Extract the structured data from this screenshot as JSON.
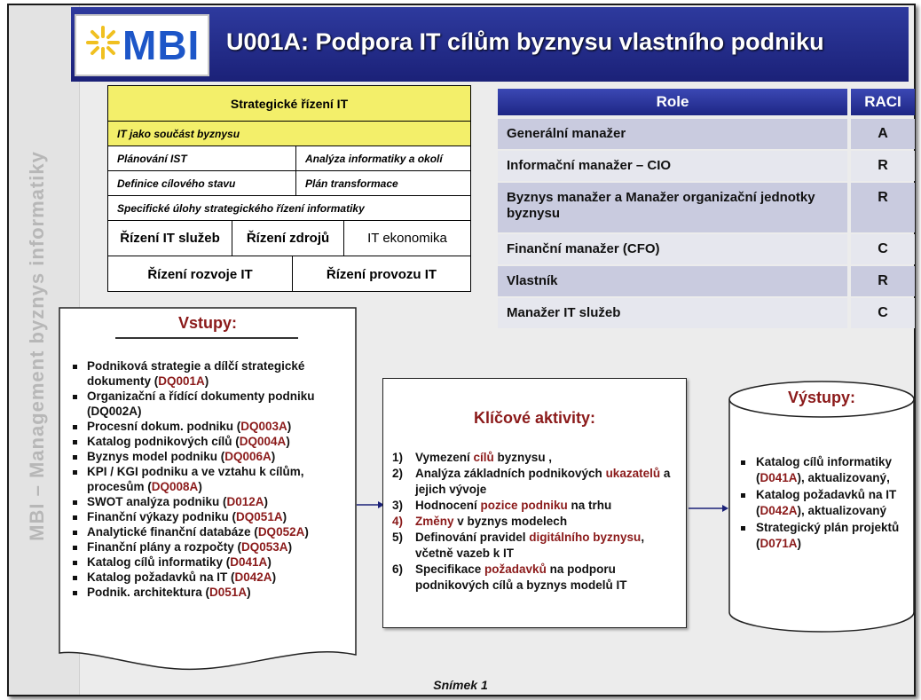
{
  "side_label": "MBI – Management byznys informatiky",
  "logo": {
    "text": "MBI"
  },
  "title": "U001A: Podpora IT cílům byznysu vlastního podniku",
  "strategic_table": {
    "header": "Strategické řízení IT",
    "row1": "IT jako součást byznysu",
    "row2_left": "Plánování IST",
    "row2_right": "Analýza informatiky a okolí",
    "row3_left": "Definice cílového stavu",
    "row3_right": "Plán transformace",
    "row4": "Specifické úlohy strategického řízení informatiky",
    "row5": [
      "Řízení IT služeb",
      "Řízení  zdrojů",
      "IT ekonomika"
    ],
    "row6": [
      "Řízení rozvoje IT",
      "Řízení provozu IT"
    ]
  },
  "raci": {
    "header_role": "Role",
    "header_raci": "RACI",
    "rows": [
      {
        "role": "Generální manažer",
        "value": "A"
      },
      {
        "role": "Informační manažer – CIO",
        "value": "R"
      },
      {
        "role": "Byznys manažer a Manažer organizační jednotky byznysu",
        "value": "R"
      },
      {
        "role": "Finanční manažer (CFO)",
        "value": "C"
      },
      {
        "role": "Vlastník",
        "value": "R"
      },
      {
        "role": "Manažer IT služeb",
        "value": "C"
      }
    ]
  },
  "inputs": {
    "title": "Vstupy:",
    "items": [
      {
        "text": "Podniková strategie a dílčí strategické dokumenty (",
        "code": "DQ001A",
        "end": ")"
      },
      {
        "text": "Organizační a řídící dokumenty podniku (DQ002A)",
        "code": "",
        "end": ""
      },
      {
        "text": "Procesní dokum. podniku (",
        "code": "DQ003A",
        "end": ")"
      },
      {
        "text": "Katalog podnikových cílů (",
        "code": "DQ004A",
        "end": ")"
      },
      {
        "text": "Byznys model podniku (",
        "code": "DQ006A",
        "end": ")"
      },
      {
        "text": "KPI / KGI podniku a ve vztahu k cílům, procesům (",
        "code": "DQ008A",
        "end": ")"
      },
      {
        "text": "SWOT analýza podniku (",
        "code": "D012A",
        "end": ")"
      },
      {
        "text": "Finanční výkazy podniku (",
        "code": "DQ051A",
        "end": ")"
      },
      {
        "text": "Analytické finanční databáze (",
        "code": "DQ052A",
        "end": ")"
      },
      {
        "text": "Finanční plány a rozpočty (",
        "code": "DQ053A",
        "end": ")"
      },
      {
        "text": "Katalog cílů informatiky (",
        "code": "D041A",
        "end": ")"
      },
      {
        "text": "Katalog požadavků na IT (",
        "code": "D042A",
        "end": ")"
      },
      {
        "text": "Podnik. architektura (",
        "code": "D051A",
        "end": ")"
      }
    ]
  },
  "activities": {
    "title": "Klíčové aktivity:",
    "items": [
      {
        "num": "1)",
        "a": "Vymezení ",
        "h": "cílů",
        "b": " byznysu  ,"
      },
      {
        "num": "2)",
        "a": "Analýza  základních podnikových ",
        "h": "ukazatelů",
        "b": " a jejich vývoje"
      },
      {
        "num": "3)",
        "a": "Hodnocení ",
        "h": "pozice podniku",
        "b": " na trhu"
      },
      {
        "num": "4)",
        "a": "",
        "h": "Změny",
        "b": "  v byznys modelech"
      },
      {
        "num": "5)",
        "a": "Definování pravidel ",
        "h": "digitálního byznysu",
        "b": ",  včetně vazeb k IT"
      },
      {
        "num": "6)",
        "a": "Specifikace ",
        "h": "požadavků",
        "b": " na podporu podnikových cílů a byznys modelů IT"
      }
    ]
  },
  "outputs": {
    "title": "Výstupy:",
    "items": [
      {
        "text": "Katalog cílů informatiky (",
        "code": "D041A",
        "end": "), aktualizovaný,"
      },
      {
        "text": "Katalog požadavků na IT (",
        "code": "D042A",
        "end": "), aktualizovaný"
      },
      {
        "text": "Strategický plán projektů (",
        "code": "D071A",
        "end": ")"
      }
    ]
  },
  "footer": "Snímek  1",
  "colors": {
    "header_blue": "#1b2178",
    "accent_dark_red": "#8b1a1a",
    "strategic_yellow": "#f3ef6a",
    "raci_row_dark": "#c9cbdf",
    "raci_row_light": "#e6e7ee"
  }
}
